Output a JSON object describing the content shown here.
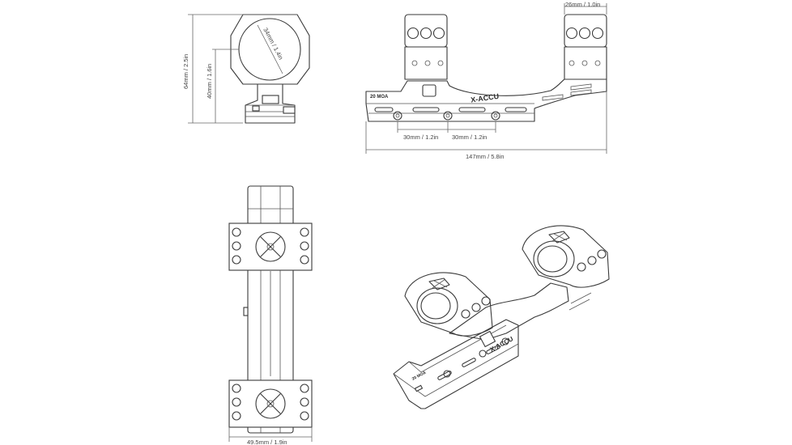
{
  "dimensions": {
    "height_total": "64mm / 2.5in",
    "height_center": "40mm / 1.6in",
    "ring_diameter": "34mm / 1.4in",
    "ring_width": "26mm / 1.0in",
    "ring_spacing_left": "30mm / 1.2in",
    "ring_spacing_right": "30mm / 1.2in",
    "length_total": "147mm / 5.8in",
    "base_width": "49.5mm / 1.9in"
  },
  "markings": {
    "brand": "X-ACCU",
    "incline": "20 MOA"
  },
  "colors": {
    "line": "#3a3a3a",
    "dimension": "#666666"
  }
}
